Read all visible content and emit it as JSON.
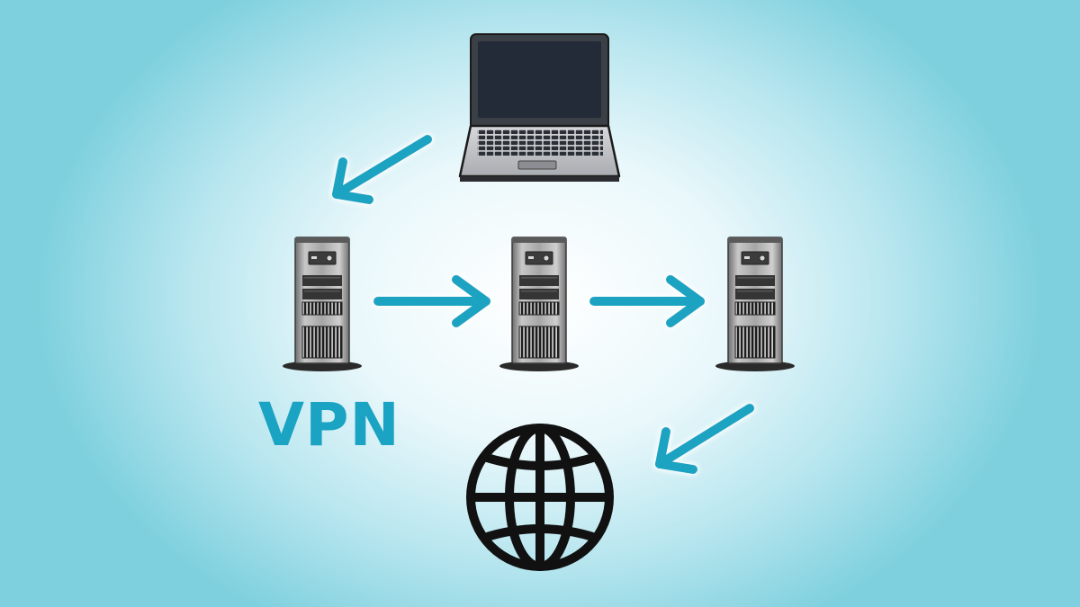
{
  "label": {
    "text": "VPN"
  },
  "colors": {
    "accent": "#1aa3c2",
    "outline": "#1a1a1a",
    "screen": "#232a38",
    "laptop_body": "#b9bcc0",
    "server_metal": "#9a9a9a",
    "background_center": "#ffffff",
    "background_edge": "#7ed0de"
  },
  "nodes": [
    {
      "id": "laptop",
      "icon": "laptop-icon"
    },
    {
      "id": "server-1",
      "icon": "server-tower-icon"
    },
    {
      "id": "server-2",
      "icon": "server-tower-icon"
    },
    {
      "id": "server-3",
      "icon": "server-tower-icon"
    },
    {
      "id": "internet",
      "icon": "globe-icon"
    }
  ],
  "edges": [
    {
      "from": "laptop",
      "to": "server-1"
    },
    {
      "from": "server-1",
      "to": "server-2"
    },
    {
      "from": "server-2",
      "to": "server-3"
    },
    {
      "from": "server-3",
      "to": "internet"
    }
  ]
}
